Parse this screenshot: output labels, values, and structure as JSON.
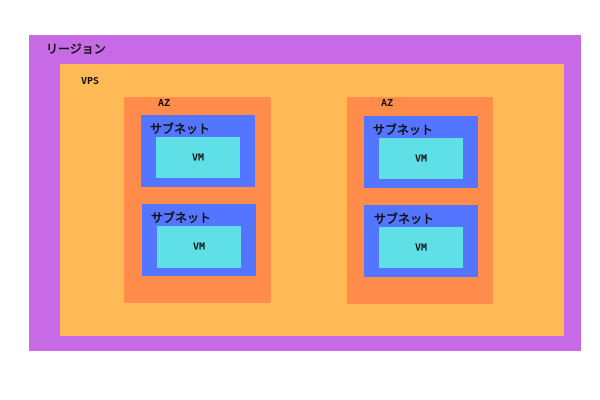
{
  "colors": {
    "region": "#c86ae6",
    "vps": "#ffb955",
    "az": "#ff8c4a",
    "subnet": "#5375ff",
    "vm": "#5fe0e6"
  },
  "region": {
    "label": "リージョン"
  },
  "vps": {
    "label": "VPS"
  },
  "azs": [
    {
      "label": "AZ",
      "subnets": [
        {
          "label": "サブネット",
          "vm": "VM"
        },
        {
          "label": "サブネット",
          "vm": "VM"
        }
      ]
    },
    {
      "label": "AZ",
      "subnets": [
        {
          "label": "サブネット",
          "vm": "VM"
        },
        {
          "label": "サブネット",
          "vm": "VM"
        }
      ]
    }
  ]
}
